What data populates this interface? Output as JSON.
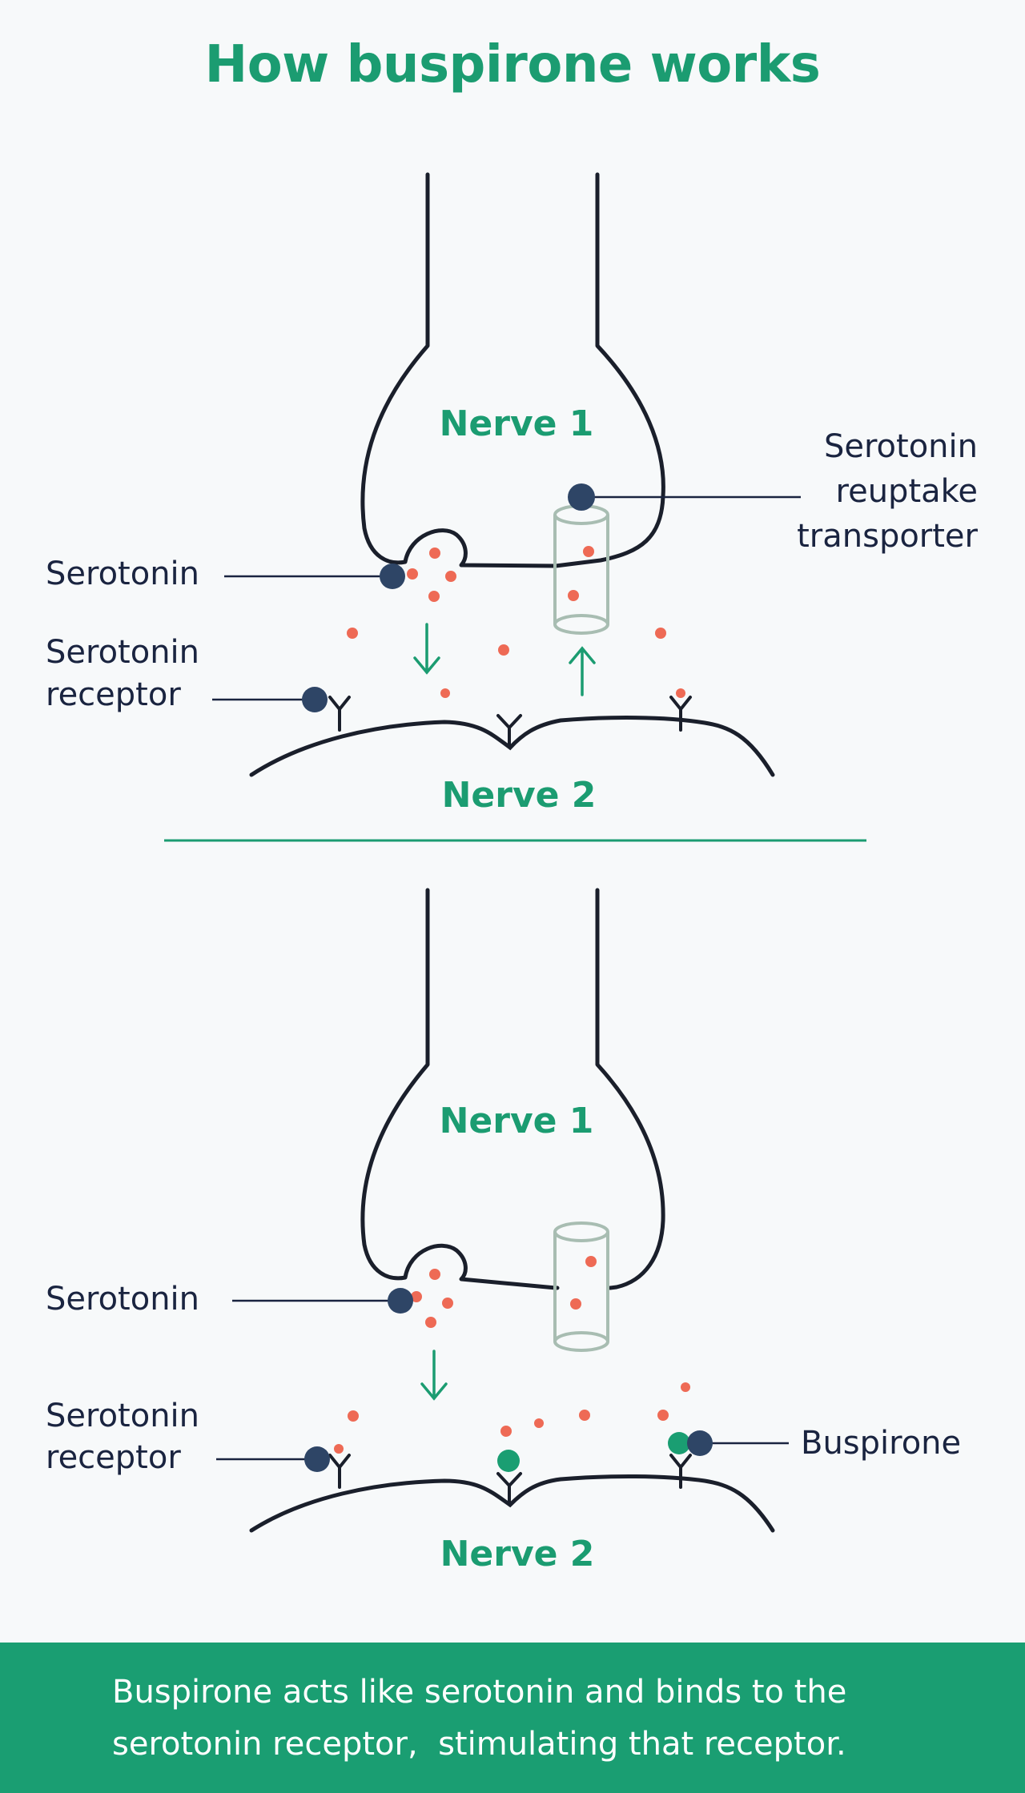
{
  "title": "How buspirone works",
  "panel_top": {
    "nerve1_label": "Nerve 1",
    "nerve2_label": "Nerve 2",
    "serotonin_label": "Serotonin",
    "receptor_label_line1": "Serotonin",
    "receptor_label_line2": "receptor",
    "transporter_label_line1": "Serotonin",
    "transporter_label_line2": "reuptake",
    "transporter_label_line3": "transporter"
  },
  "panel_bottom": {
    "nerve1_label": "Nerve 1",
    "nerve2_label": "Nerve 2",
    "serotonin_label": "Serotonin",
    "receptor_label_line1": "Serotonin",
    "receptor_label_line2": "receptor",
    "buspirone_label": "Buspirone"
  },
  "footer": {
    "line1": "Buspirone acts like serotonin and binds to the",
    "line2": "serotonin receptor,  stimulating that receptor."
  },
  "colors": {
    "title_green": "#1b9c71",
    "outline": "#1a1f2b",
    "serotonin_dot": "#ee6a55",
    "callout_dot": "#2e4566",
    "buspirone_dot": "#1a9e72",
    "transporter": "#a8bdb2",
    "footer_bg": "#1a9e72"
  }
}
